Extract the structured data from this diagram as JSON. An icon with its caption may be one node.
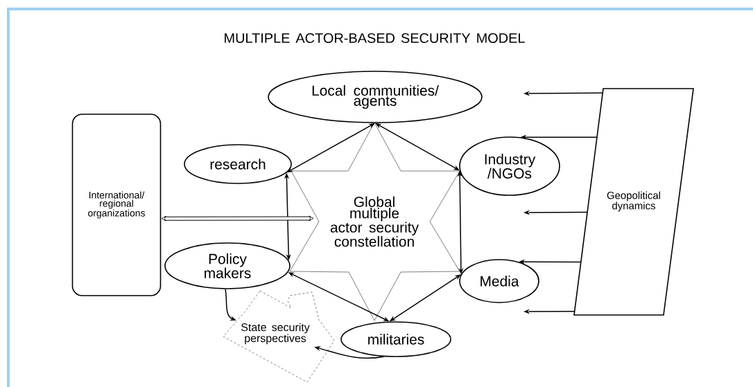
{
  "diagram": {
    "title": "MULTIPLE ACTOR-BASED SECURITY MODEL",
    "nodes": [
      {
        "text": [
          "Local communities/ agents"
        ]
      },
      {
        "text": [
          "research"
        ]
      },
      {
        "text": [
          "Industry /NGOs"
        ]
      },
      {
        "text": [
          "Global multiple actor security constellation"
        ]
      },
      {
        "text": [
          "International/ regional organizations"
        ]
      },
      {
        "text": [
          "Geopolitical dynamics"
        ]
      },
      {
        "text": [
          "Policy makers"
        ]
      },
      {
        "text": [
          "Media"
        ]
      },
      {
        "text": [
          "State security perspectives"
        ]
      },
      {
        "text": [
          "militaries"
        ]
      }
    ],
    "edges": [
      {
        "from": 1,
        "to": 0,
        "arrow": "both"
      },
      {
        "from": 0,
        "to": 2,
        "arrow": "both"
      },
      {
        "from": 1,
        "to": 6,
        "arrow": "both"
      },
      {
        "from": 2,
        "to": 7,
        "arrow": "both"
      },
      {
        "from": 6,
        "to": 9,
        "arrow": "both"
      },
      {
        "from": 9,
        "to": 7,
        "arrow": "both"
      },
      {
        "from": 4,
        "to": 3,
        "arrow": "both",
        "style": "thick"
      },
      {
        "from": 6,
        "to": 8,
        "arrow": "to"
      },
      {
        "from": 9,
        "to": 8,
        "arrow": "to"
      },
      {
        "from": 5,
        "to": null,
        "arrow": "to"
      },
      {
        "from": 5,
        "to": 2,
        "arrow": "to"
      },
      {
        "from": 5,
        "to": null,
        "arrow": "to"
      },
      {
        "from": 5,
        "to": 7,
        "arrow": "to"
      },
      {
        "from": 5,
        "to": null,
        "arrow": "to"
      }
    ]
  }
}
